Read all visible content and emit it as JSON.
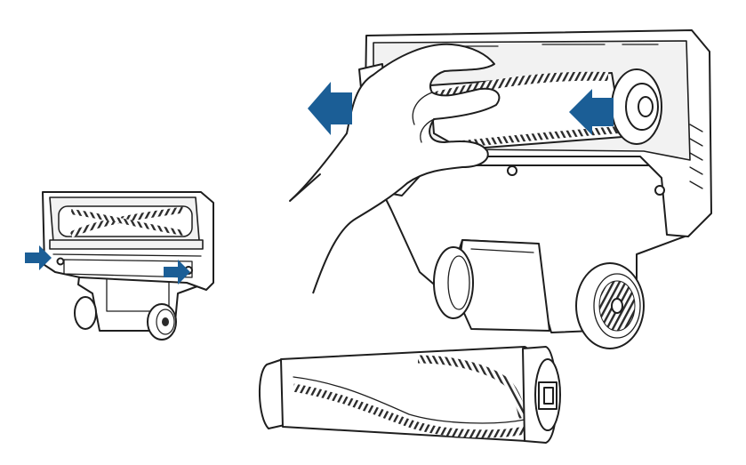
{
  "figure": {
    "type": "instruction-illustration",
    "panels": [
      {
        "id": "small-head",
        "icon": "vacuum-floor-head-icon"
      },
      {
        "id": "large-head",
        "icon": "vacuum-floor-head-hand-icon"
      },
      {
        "id": "brushroll",
        "icon": "brushroll-icon"
      }
    ],
    "arrows": [
      {
        "icon": "arrow-right-icon",
        "color": "#1b5e96"
      },
      {
        "icon": "arrow-right-icon",
        "color": "#1b5e96"
      },
      {
        "icon": "arrow-left-icon",
        "color": "#1b5e96"
      },
      {
        "icon": "arrow-left-icon",
        "color": "#1b5e96"
      }
    ],
    "colors": {
      "arrow": "#1b5e96",
      "line": "#1e1e1e",
      "background": "#ffffff"
    }
  }
}
